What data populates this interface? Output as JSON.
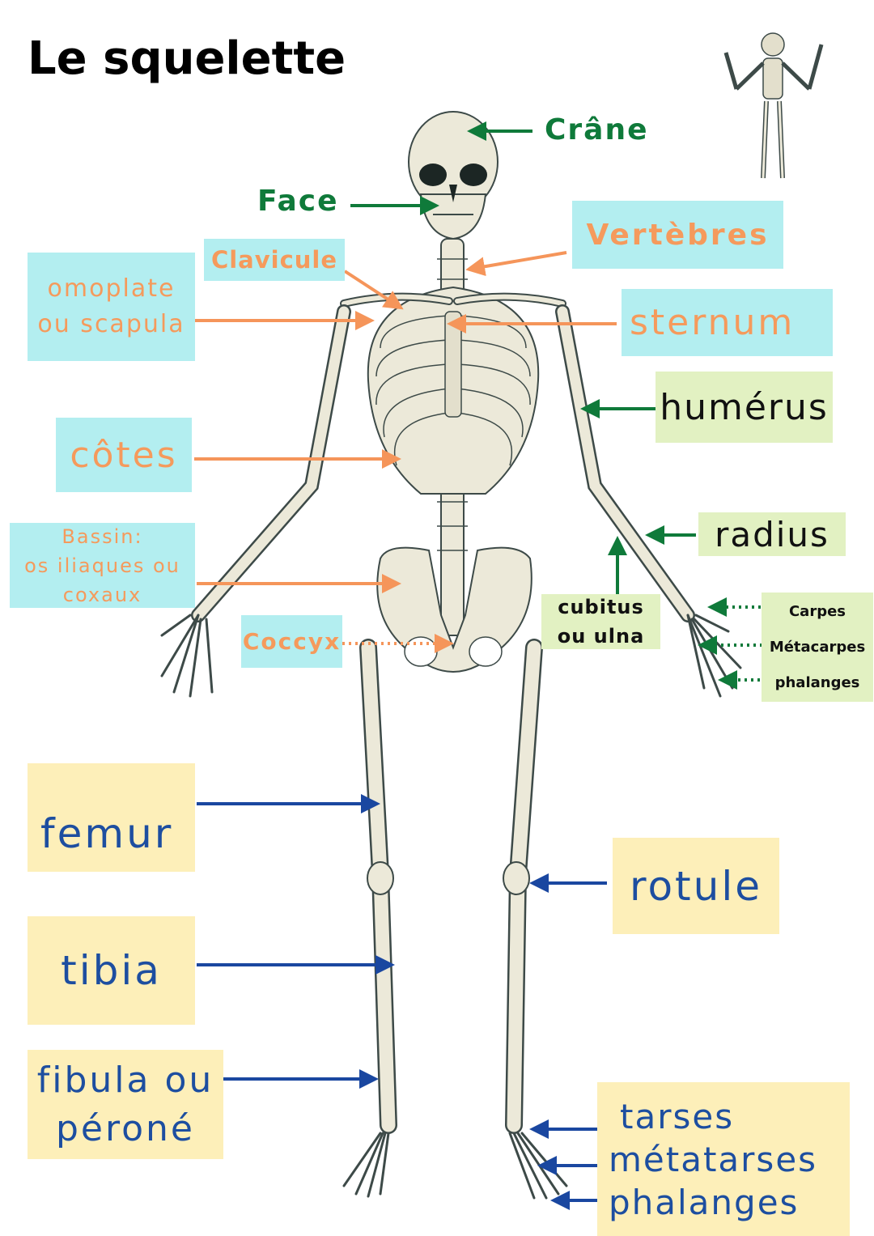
{
  "title": "Le squelette",
  "labels": {
    "crane": "Crâne",
    "face": "Face",
    "vertebres": "Vertèbres",
    "clavicule": "Clavicule",
    "omoplate_line1": "omoplate",
    "omoplate_line2": "ou scapula",
    "sternum": "sternum",
    "humerus": "humérus",
    "cotes": "côtes",
    "bassin_line1": "Bassin:",
    "bassin_line2": "os iliaques ou",
    "bassin_line3": "coxaux",
    "radius": "radius",
    "cubitus_line1": "cubitus",
    "cubitus_line2": "ou ulna",
    "carpes": "Carpes",
    "metacarpes": "Métacarpes",
    "phalanges_main": "phalanges",
    "coccyx": "Coccyx",
    "femur": "femur",
    "rotule": "rotule",
    "tibia": "tibia",
    "fibula_line1": "fibula ou",
    "fibula_line2": "péroné",
    "tarses": "tarses",
    "metatarses": "métatarses",
    "phalanges_pied": "phalanges"
  },
  "colors": {
    "head_arrows": "#0f7a3a",
    "torso_arrows": "#f5955a",
    "leg_arrows": "#1a47a0",
    "cyan_box": "#b3eef0",
    "green_box": "#e2f1c2",
    "yellow_box": "#fdefb9"
  }
}
